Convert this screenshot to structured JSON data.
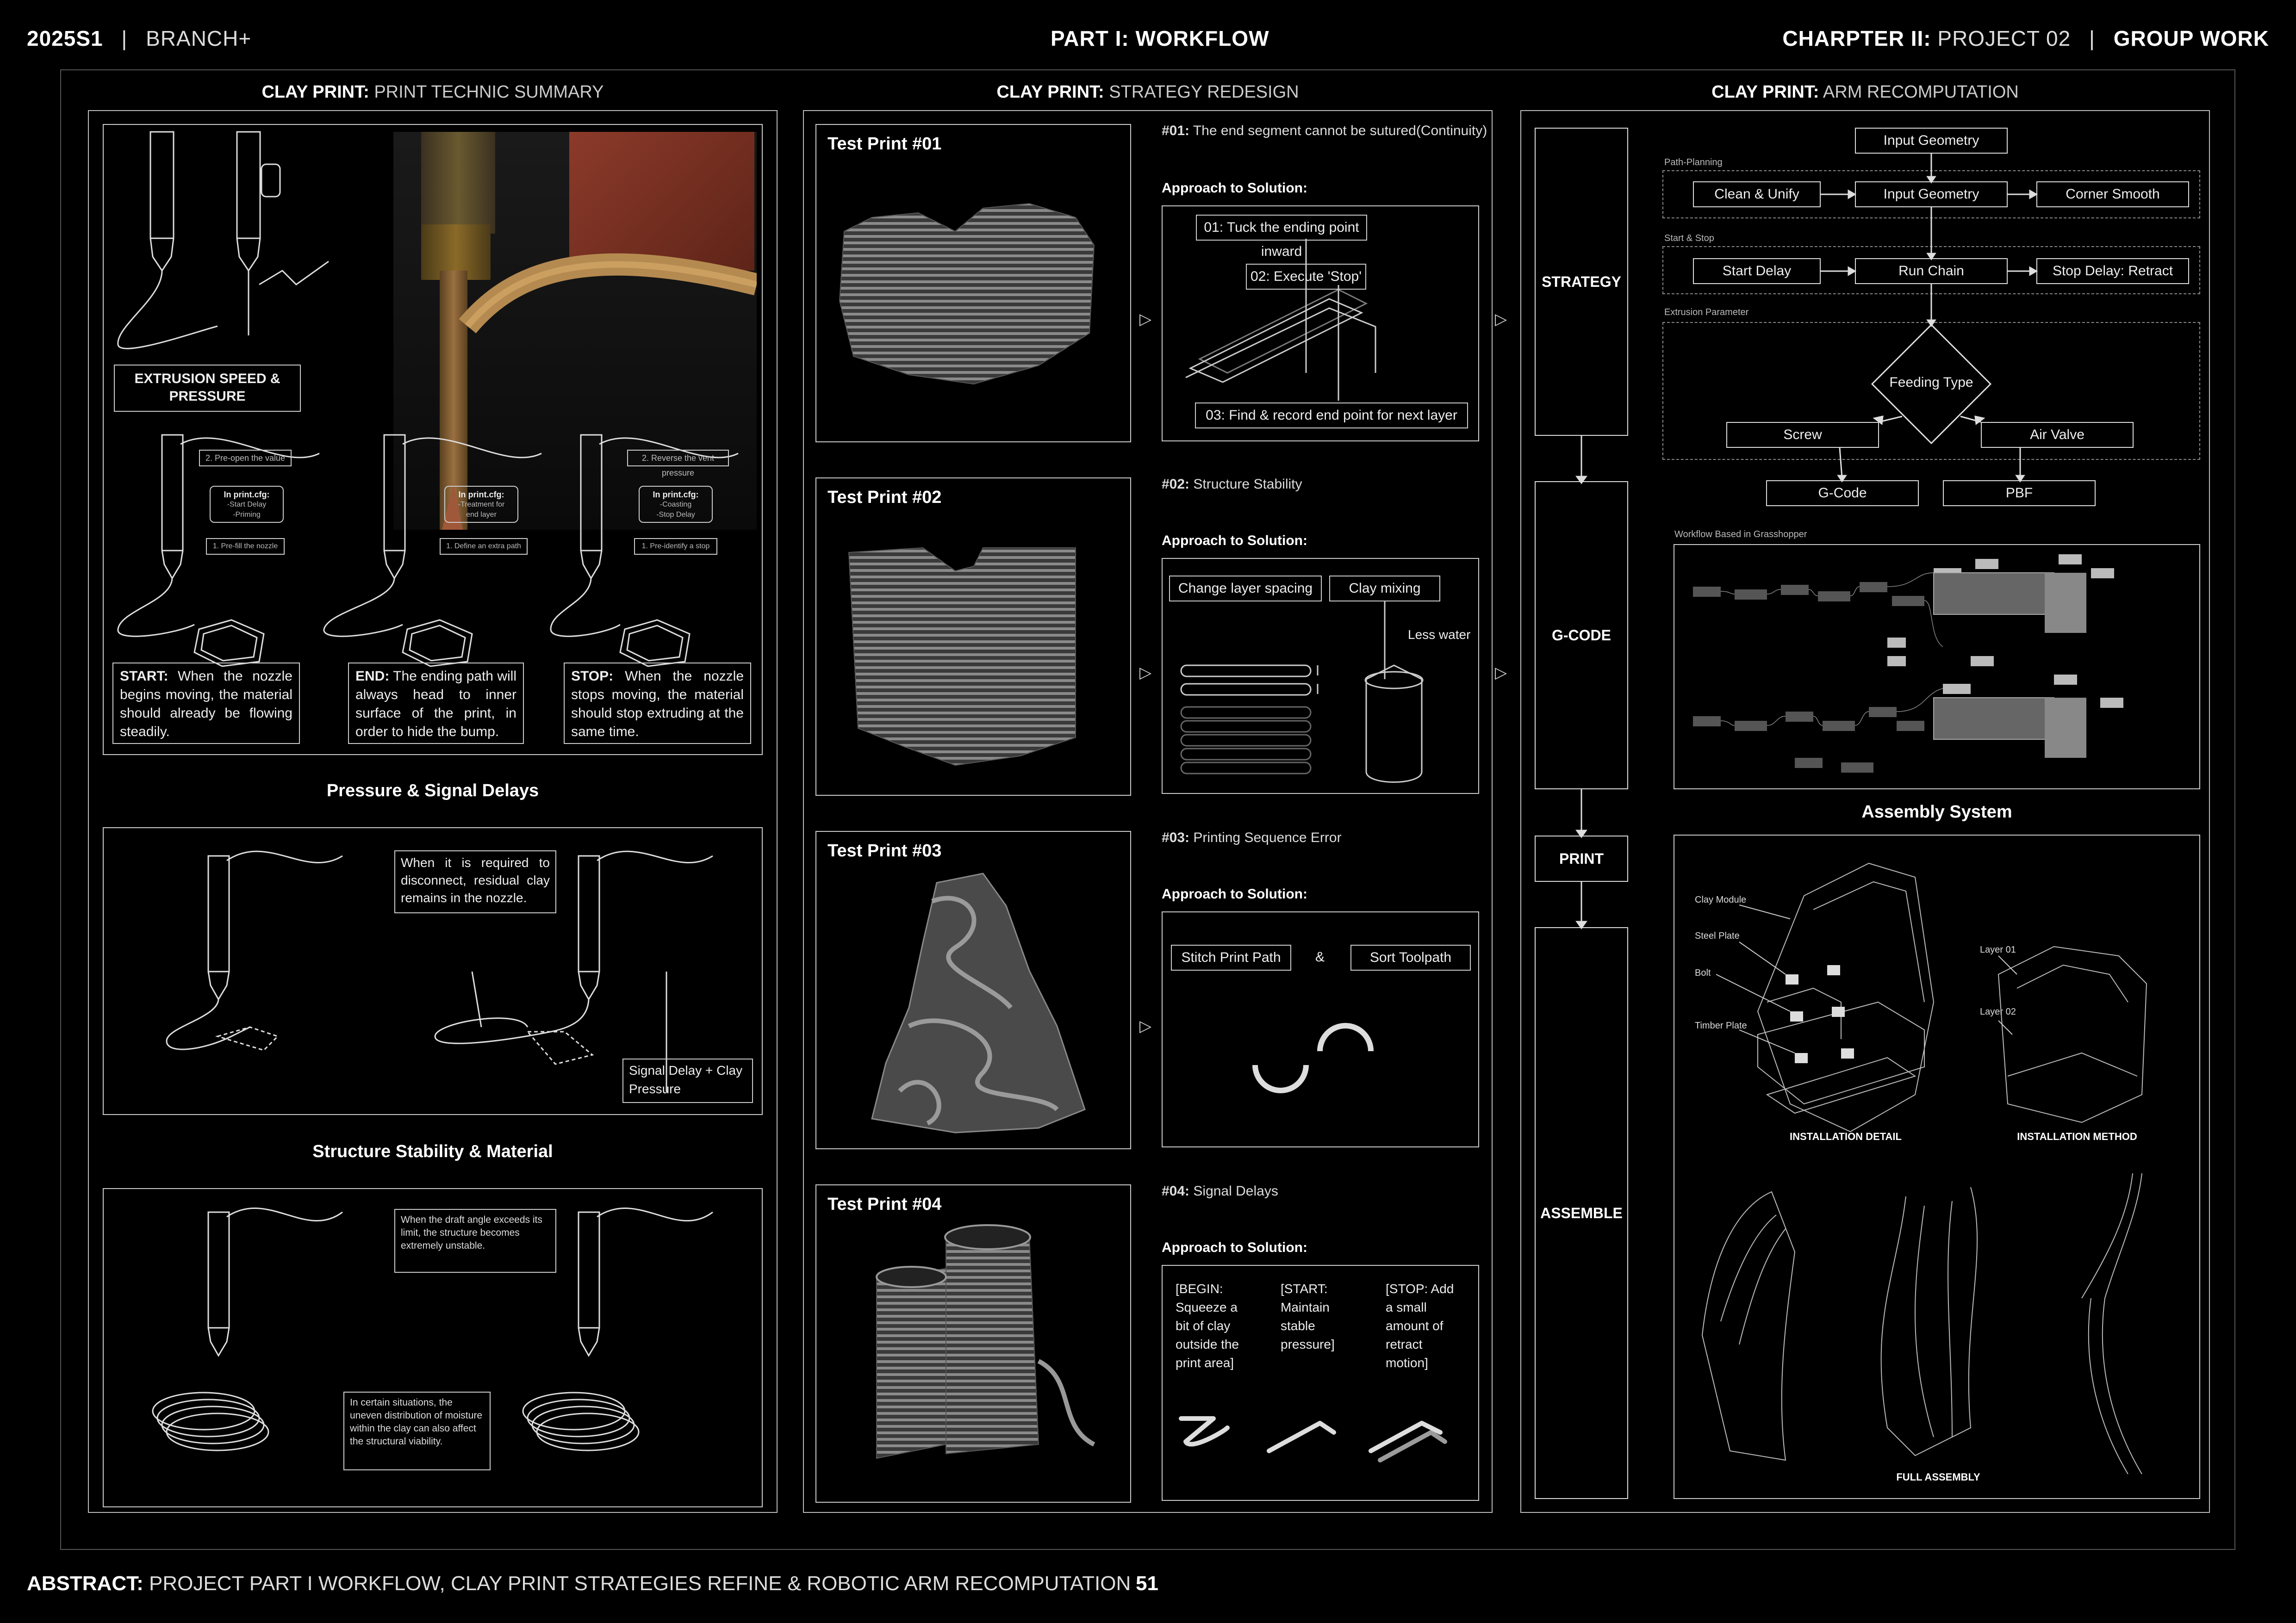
{
  "header": {
    "left_code": "2025S1",
    "left_sep": "|",
    "left_name": "BRANCH+",
    "center_title": "PART I: WORKFLOW",
    "right_chapter_bold": "CHARPTER II:",
    "right_project": "PROJECT 02",
    "right_sep": "|",
    "right_group": "GROUP WORK"
  },
  "columns": {
    "col1": {
      "bold": "CLAY PRINT:",
      "rest": "PRINT TECHNIC SUMMARY"
    },
    "col2": {
      "bold": "CLAY PRINT:",
      "rest": "STRATEGY REDESIGN"
    },
    "col3": {
      "bold": "CLAY PRINT:",
      "rest": "ARM RECOMPUTATION"
    }
  },
  "technic": {
    "extrusion_label": "EXTRUSION SPEED & PRESSURE",
    "callouts": {
      "preopen": "2. Pre-open the value",
      "reverse": "2. Reverse the vent pressure",
      "cfg_start_title": "In print.cfg:",
      "cfg_start_a": "-Start Delay",
      "cfg_start_b": "-Priming",
      "cfg_end_title": "In print.cfg:",
      "cfg_end_a": "-Treatment for",
      "cfg_end_b": "end layer",
      "cfg_stop_title": "In print.cfg:",
      "cfg_stop_a": "-Coasting",
      "cfg_stop_b": "-Stop Delay",
      "prefill": "1. Pre-fill the nozzle",
      "extra_path": "1. Define an extra path",
      "pre_identify": "1. Pre-identify a stop"
    },
    "start_bold": "START:",
    "start_text": "When the nozzle begins moving, the material should already be flowing steadily.",
    "end_bold": "END:",
    "end_text": "The ending path will always head to inner surface of the print, in order to hide the bump.",
    "stop_bold": "STOP:",
    "stop_text": "When the nozzle stops moving, the material should stop extruding at the same time.",
    "pressure_title": "Pressure & Signal Delays",
    "pressure_note": "When it is required to disconnect, residual clay remains in the nozzle.",
    "signal_note": "Signal Delay + Clay Pressure",
    "stability_title": "Structure Stability & Material",
    "draft_note": "When the draft angle exceeds its limit, the structure becomes extremely unstable.",
    "moisture_note": "In certain situations, the uneven distribution of moisture within the clay can also affect the structural viability."
  },
  "strategy": {
    "prints": [
      {
        "label": "Test Print #01",
        "issue_num": "#01:",
        "issue": "The end segment cannot be sutured(Continuity)"
      },
      {
        "label": "Test Print #02",
        "issue_num": "#02:",
        "issue": "Structure Stability"
      },
      {
        "label": "Test Print #03",
        "issue_num": "#03:",
        "issue": "Printing Sequence Error"
      },
      {
        "label": "Test Print #04",
        "issue_num": "#04:",
        "issue": "Signal Delays"
      }
    ],
    "approach": "Approach to Solution:",
    "s1": {
      "a": "01: Tuck the ending point inward",
      "b": "02: Execute 'Stop'",
      "c": "03: Find & record end point for next layer"
    },
    "s2": {
      "a": "Change layer spacing",
      "b": "Clay mixing",
      "c": "Less water"
    },
    "s3": {
      "a": "Stitch Print Path",
      "amp": "&",
      "b": "Sort Toolpath"
    },
    "s4": {
      "begin": "[BEGIN: Squeeze a bit of clay outside the print area]",
      "start": "[START: Maintain stable pressure]",
      "stop": "[STOP: Add a small amount of retract motion]"
    },
    "arrow": "▷"
  },
  "arm": {
    "steps": [
      "STRATEGY",
      "G-CODE",
      "PRINT",
      "ASSEMBLE"
    ],
    "input_geometry_top": "Input Geometry",
    "path_planning": "Path-Planning",
    "clean": "Clean & Unify",
    "input_geometry": "Input Geometry",
    "corner": "Corner Smooth",
    "start_stop": "Start & Stop",
    "start_delay": "Start Delay",
    "run_chain": "Run Chain",
    "stop_delay": "Stop Delay: Retract",
    "extrusion_param": "Extrusion Parameter",
    "feeding_type": "Feeding Type",
    "screw": "Screw",
    "air_valve": "Air Valve",
    "gcode": "G-Code",
    "pbf": "PBF",
    "workflow_gh": "Workflow Based in Grasshopper",
    "assembly_title": "Assembly System",
    "clay_module": "Clay Module",
    "steel_plate": "Steel Plate",
    "bolt": "Bolt",
    "timber_plate": "Timber Plate",
    "layer01": "Layer 01",
    "layer02": "Layer 02",
    "install_detail": "INSTALLATION DETAIL",
    "install_method": "INSTALLATION METHOD",
    "full_assembly": "FULL ASSEMBLY"
  },
  "footer": {
    "abstract_bold": "ABSTRACT:",
    "abstract_text": "PROJECT PART I WORKFLOW, CLAY PRINT STRATEGIES REFINE & ROBOTIC ARM RECOMPUTATION",
    "page": "51"
  }
}
